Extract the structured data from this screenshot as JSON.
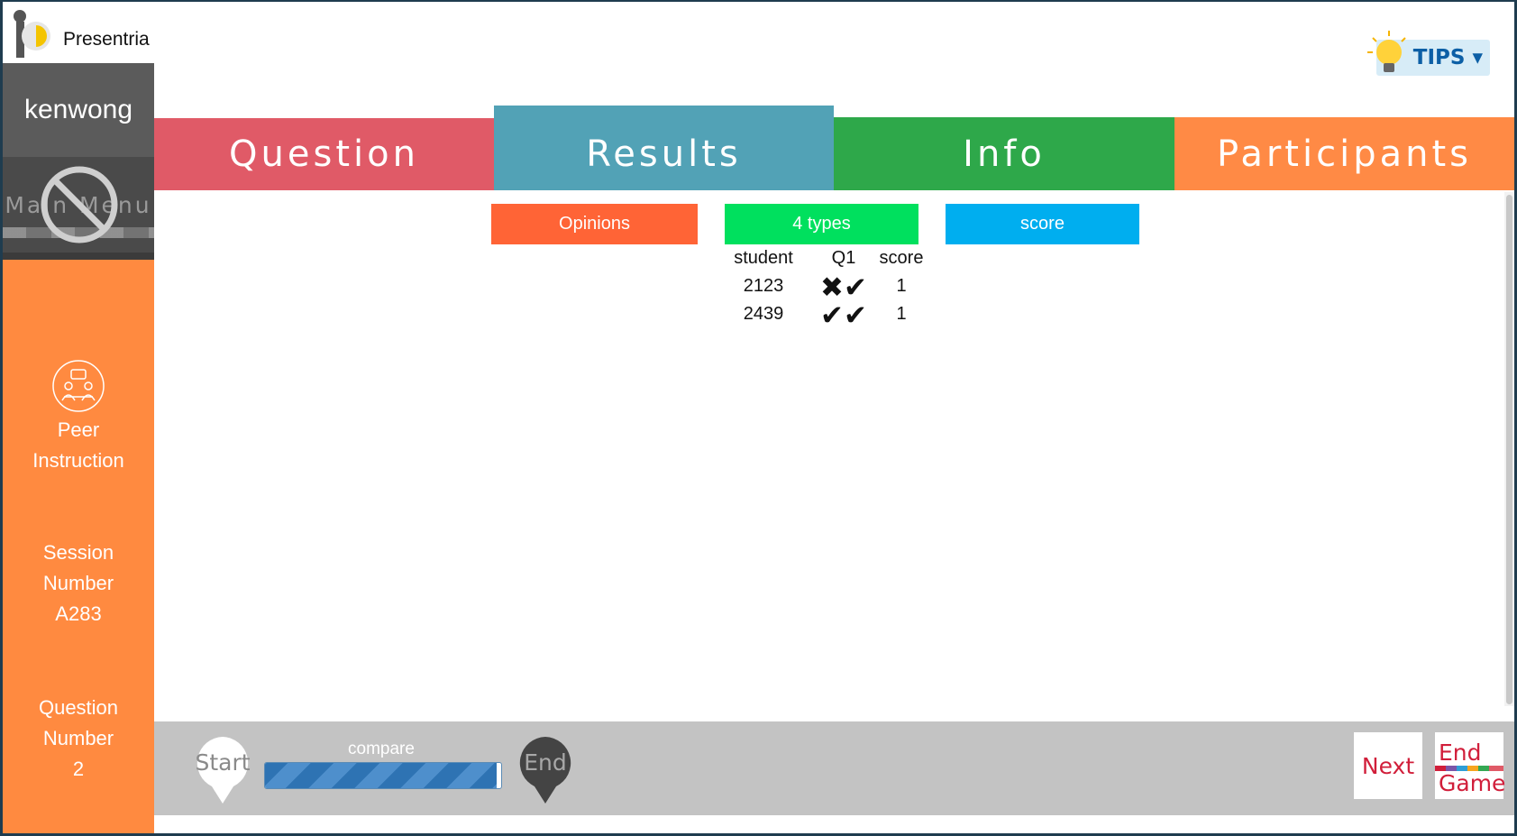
{
  "app": {
    "name": "Presentria"
  },
  "user": {
    "name": "kenwong"
  },
  "sidebar": {
    "main_menu_label": "Main Menu",
    "mode_label_line1": "Peer",
    "mode_label_line2": "Instruction",
    "session_line1": "Session",
    "session_line2": "Number",
    "session_value": "A283",
    "question_line1": "Question",
    "question_line2": "Number",
    "question_value": "2"
  },
  "tips": {
    "label": "TIPS ▾"
  },
  "tabs": [
    {
      "label": "Question",
      "color": "#e05a67"
    },
    {
      "label": "Results",
      "color": "#52a2b6",
      "active": true
    },
    {
      "label": "Info",
      "color": "#2ea84a"
    },
    {
      "label": "Participants",
      "color": "#ff8a45"
    }
  ],
  "filters": [
    {
      "label": "Opinions",
      "color": "#ff6436"
    },
    {
      "label": "4 types",
      "color": "#00e05e"
    },
    {
      "label": "score",
      "color": "#00aeef"
    }
  ],
  "results_table": {
    "headers": [
      "student",
      "Q1",
      "score"
    ],
    "rows": [
      {
        "student": "2123",
        "q1": [
          "✖",
          "✔"
        ],
        "score": "1"
      },
      {
        "student": "2439",
        "q1": [
          "✔",
          "✔"
        ],
        "score": "1"
      }
    ]
  },
  "footer": {
    "start_label": "Start",
    "end_label": "End",
    "progress_label": "compare",
    "progress_fraction": 0.98,
    "next_label": "Next",
    "end_game_line1": "End",
    "end_game_line2": "Game"
  }
}
